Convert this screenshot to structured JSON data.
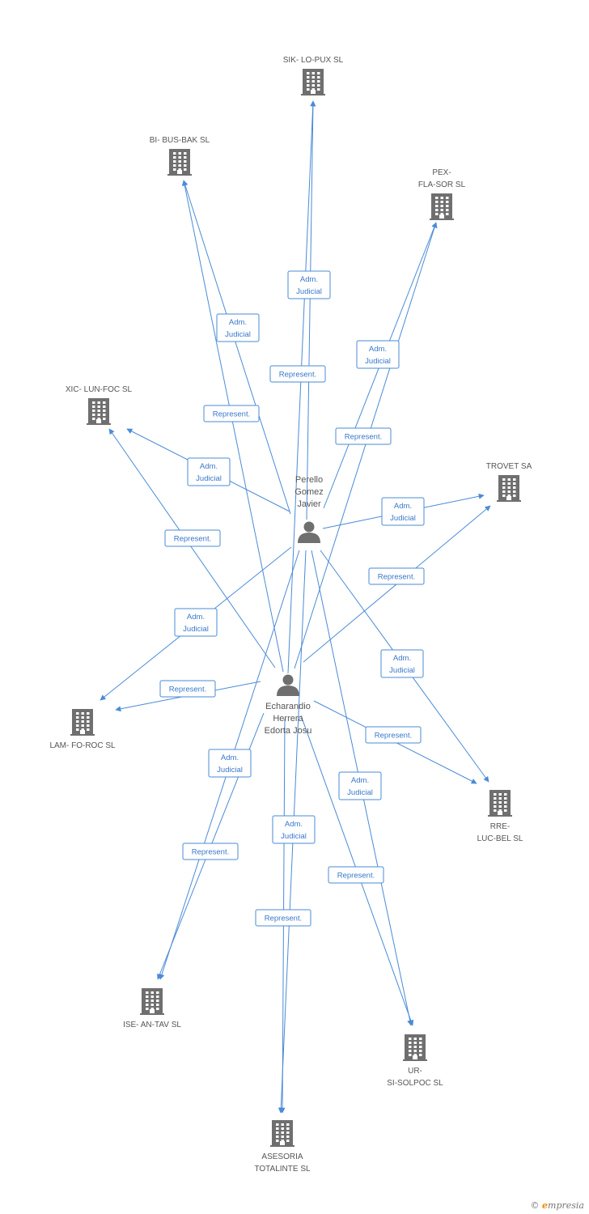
{
  "colors": {
    "edge": "#4a8bd6",
    "icon": "#6f6f6f",
    "label": "#555555"
  },
  "people": [
    {
      "id": "p1",
      "lines": [
        "Perello",
        "Gomez",
        "Javier"
      ]
    },
    {
      "id": "p2",
      "lines": [
        "Echarandio",
        "Herrera",
        "Edorta Josu"
      ]
    }
  ],
  "companies": [
    {
      "id": "c_sik",
      "lines": [
        "SIK- LO-PUX SL"
      ]
    },
    {
      "id": "c_bi",
      "lines": [
        "BI- BUS-BAK SL"
      ]
    },
    {
      "id": "c_pex",
      "lines": [
        "PEX-",
        "FLA-SOR SL"
      ]
    },
    {
      "id": "c_xic",
      "lines": [
        "XIC- LUN-FOC SL"
      ]
    },
    {
      "id": "c_trovet",
      "lines": [
        "TROVET SA"
      ]
    },
    {
      "id": "c_lam",
      "lines": [
        "LAM- FO-ROC SL"
      ]
    },
    {
      "id": "c_rre",
      "lines": [
        "RRE-",
        "LUC-BEL SL"
      ]
    },
    {
      "id": "c_ise",
      "lines": [
        "ISE- AN-TAV SL"
      ]
    },
    {
      "id": "c_ur",
      "lines": [
        "UR-",
        "SI-SOLPOC SL"
      ]
    },
    {
      "id": "c_ases",
      "lines": [
        "ASESORIA",
        "TOTALINTE SL"
      ]
    }
  ],
  "edges": [
    {
      "from": "p1",
      "to": "c_sik",
      "lines": [
        "Adm.",
        "Judicial"
      ]
    },
    {
      "from": "p2",
      "to": "c_sik",
      "lines": [
        "Represent."
      ]
    },
    {
      "from": "p1",
      "to": "c_bi",
      "lines": [
        "Adm.",
        "Judicial"
      ]
    },
    {
      "from": "p2",
      "to": "c_bi",
      "lines": [
        "Represent."
      ]
    },
    {
      "from": "p1",
      "to": "c_pex",
      "lines": [
        "Adm.",
        "Judicial"
      ]
    },
    {
      "from": "p2",
      "to": "c_pex",
      "lines": [
        "Represent."
      ]
    },
    {
      "from": "p1",
      "to": "c_xic",
      "lines": [
        "Adm.",
        "Judicial"
      ]
    },
    {
      "from": "p2",
      "to": "c_xic",
      "lines": [
        "Represent."
      ]
    },
    {
      "from": "p1",
      "to": "c_trovet",
      "lines": [
        "Adm.",
        "Judicial"
      ]
    },
    {
      "from": "p2",
      "to": "c_trovet",
      "lines": [
        "Represent."
      ]
    },
    {
      "from": "p1",
      "to": "c_lam",
      "lines": [
        "Adm.",
        "Judicial"
      ]
    },
    {
      "from": "p2",
      "to": "c_lam",
      "lines": [
        "Represent."
      ]
    },
    {
      "from": "p1",
      "to": "c_rre",
      "lines": [
        "Adm.",
        "Judicial"
      ]
    },
    {
      "from": "p2",
      "to": "c_rre",
      "lines": [
        "Represent."
      ]
    },
    {
      "from": "p1",
      "to": "c_ise",
      "lines": [
        "Adm.",
        "Judicial"
      ]
    },
    {
      "from": "p2",
      "to": "c_ise",
      "lines": [
        "Represent."
      ]
    },
    {
      "from": "p1",
      "to": "c_ur",
      "lines": [
        "Adm.",
        "Judicial"
      ]
    },
    {
      "from": "p2",
      "to": "c_ur",
      "lines": [
        "Represent."
      ]
    },
    {
      "from": "p1",
      "to": "c_ases",
      "lines": [
        "Adm.",
        "Judicial"
      ]
    },
    {
      "from": "p2",
      "to": "c_ases",
      "lines": [
        "Represent."
      ]
    }
  ],
  "footer": {
    "copyright": "©",
    "brand_e": "e",
    "brand_rest": "mpresia"
  }
}
